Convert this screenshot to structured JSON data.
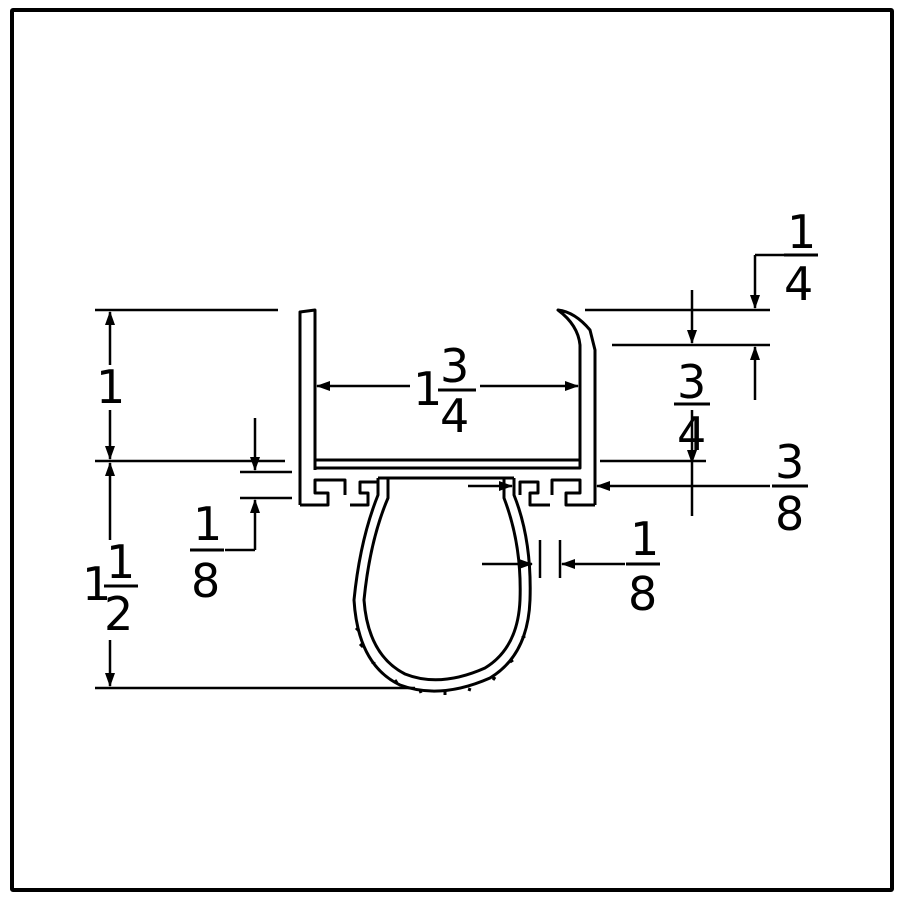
{
  "dimensions": {
    "overall_width": {
      "whole": "1",
      "num": "3",
      "den": "4"
    },
    "upper_height": {
      "whole": "1"
    },
    "lower_height": {
      "whole": "1",
      "num": "1",
      "den": "2"
    },
    "lip_height": {
      "num": "1",
      "den": "4"
    },
    "flange_height": {
      "num": "3",
      "den": "4"
    },
    "channel_offset": {
      "num": "3",
      "den": "8"
    },
    "slot_thickness": {
      "num": "1",
      "den": "8"
    },
    "bulb_wall": {
      "num": "1",
      "den": "8"
    }
  }
}
